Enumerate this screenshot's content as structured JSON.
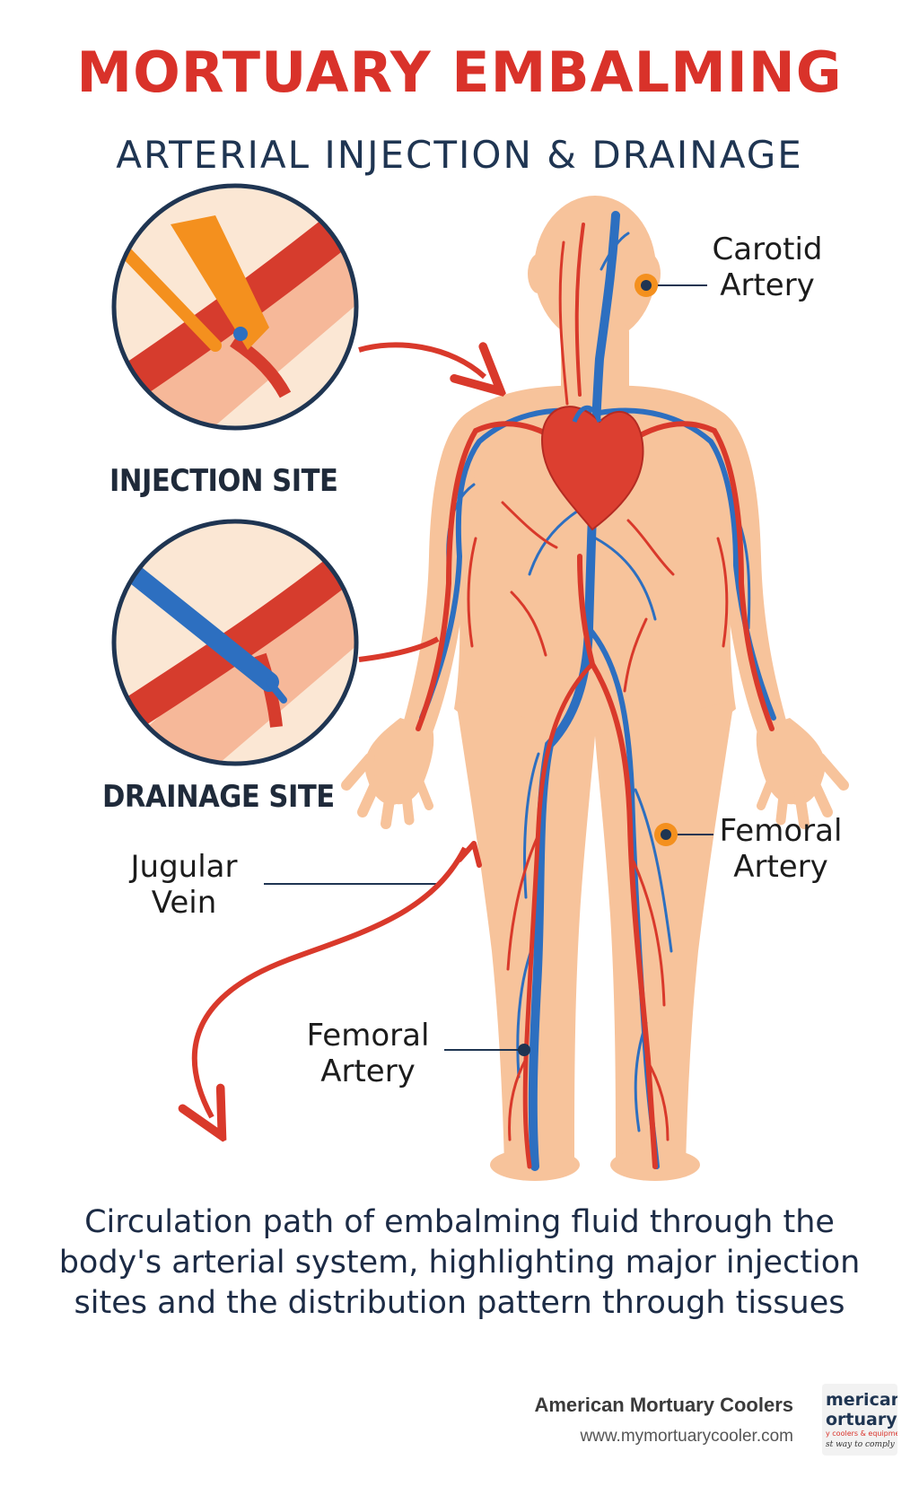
{
  "header": {
    "title": "MORTUARY EMBALMING",
    "subtitle": "ARTERIAL INJECTION & DRAINAGE"
  },
  "insets": {
    "injection_label": "INJECTION SITE",
    "drainage_label": "DRAINAGE SITE"
  },
  "callouts": {
    "carotid_line1": "Carotid",
    "carotid_line2": "Artery",
    "jugular_line1": "Jugular",
    "jugular_line2": "Vein",
    "femoral_right_line1": "Femoral",
    "femoral_right_line2": "Artery",
    "femoral_left_line1": "Femoral",
    "femoral_left_line2": "Artery"
  },
  "caption": "Circulation path of embalming fluid through the body's arterial system, highlighting major injection sites and the distribution pattern through tissues",
  "branding": {
    "name": "American Mortuary Coolers",
    "url": "www.mymortuarycooler.com",
    "logo_text_line1": "merican",
    "logo_text_line2": "ortuary",
    "logo_text_line3": "y coolers & equipment",
    "logo_text_line4": "st way to comply"
  },
  "colors": {
    "title": "#d9322a",
    "subtitle": "#1f3552",
    "artery": "#d9392b",
    "vein": "#2d6fc0",
    "skin": "#f7c39b",
    "ring": "#1f3552",
    "needle": "#f4901e"
  }
}
